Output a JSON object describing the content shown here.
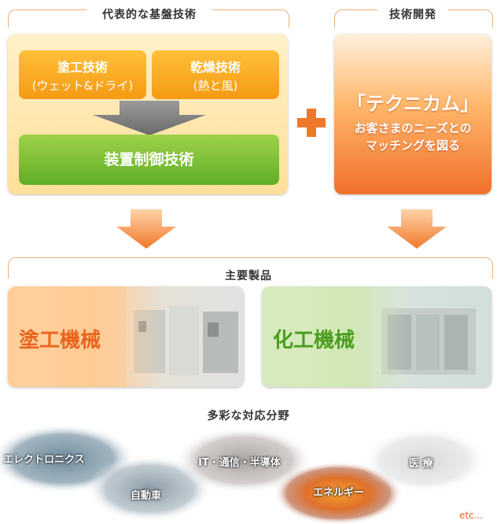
{
  "top": {
    "core_label": "代表的な基盤技術",
    "dev_label": "技術開発",
    "coating": {
      "title": "塗工技術",
      "sub": "(ウェット&ドライ)"
    },
    "drying": {
      "title": "乾燥技術",
      "sub": "(熱と風)"
    },
    "control": "装置制御技術",
    "dev_title": "「テクニカム」",
    "dev_line1": "お客さまのニーズとの",
    "dev_line2": "マッチングを図る"
  },
  "products": {
    "label": "主要製品",
    "coating_machine": "塗工機械",
    "chemical_machine": "化工機械"
  },
  "fields": {
    "label": "多彩な対応分野",
    "items": [
      "エレクトロニクス",
      "自動車",
      "IT・通信・半導体",
      "エネルギー",
      "医 療"
    ],
    "etc": "etc..."
  },
  "colors": {
    "orange": "#f0782a",
    "green": "#5fae26",
    "amber": "#f59a14"
  }
}
